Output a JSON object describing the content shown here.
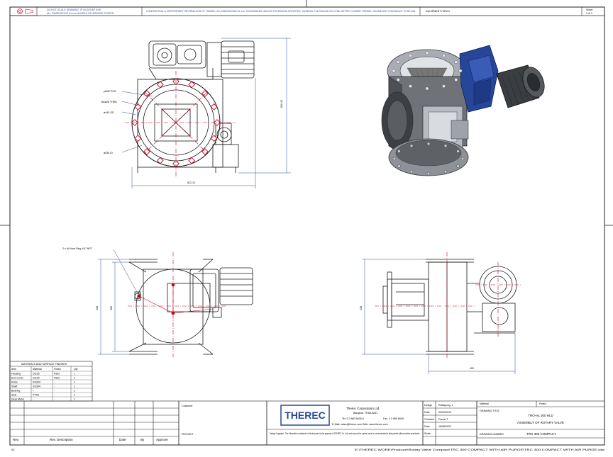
{
  "header": {
    "note_left_1": "DO NOT SCALE DRAWING. IF IN DOUBT ASK",
    "note_left_2": "ALL DIMENSIONS IN mm UNLESS OTHERWISE STATED",
    "note_main": "CONFIDENTIAL & PROPRIETARY INFORMATION OF THEREC. ALL DIMENSIONS IN mm. TOLERANCES UNLESS OTHERWISE SPECIFIED. GENERAL TOLERANCE ISO 2768. METRIC COARSE THREAD. GEOMETRIC TOLERANCE TO BS 308.",
    "equipment_label": "EQUIPMENT ITEM #",
    "sheet_label": "Sheet",
    "sheet_value": "1 of 1"
  },
  "front_view": {
    "labels": [
      "pt400 PCD",
      "16xø26 THRU",
      "ø440 OD",
      "ø535 ID"
    ],
    "width_dim": "622.10",
    "height_dim": "816.40"
  },
  "bottom_left_view": {
    "callout": "2 x Air Vent Plug 1/4\" NPT",
    "dim_outer": "438",
    "dim_inner": "365"
  },
  "bottom_right_view": {
    "dim_height": "438",
    "dim_width": "400"
  },
  "material_table": {
    "title": "MATERIALS AND SURFACE FINISHES",
    "headers": [
      "Item",
      "Material",
      "Finish",
      "Qty"
    ],
    "rows": [
      [
        "Housing",
        "GG25",
        "Paint",
        "1"
      ],
      [
        "End Cover",
        "GG25",
        "Paint",
        "2"
      ],
      [
        "Rotor",
        "SS304",
        "-",
        "1"
      ],
      [
        "Shaft",
        "SS304",
        "-",
        "1"
      ],
      [
        "Bearing",
        "-",
        "-",
        "2"
      ],
      [
        "Seal",
        "PTFE",
        "-",
        "2"
      ],
      [
        "Gear Motor",
        "-",
        "-",
        "1"
      ]
    ]
  },
  "revision_block": {
    "headers": [
      "Rev.",
      "Rev. Description",
      "Date",
      "By",
      "Approve"
    ],
    "customer_label": "Customer",
    "project_label": "PROJECT"
  },
  "company": {
    "logo": "THEREC",
    "name": "Therec Corporation Ltd.",
    "city": "Bangkok, THAILAND",
    "tel": "Tel: 0 2 860 6635-6",
    "fax": "Fax: 0 2 860 6605",
    "email": "E-Mail: sales@therec.com  Web: www.therec.com",
    "copyright": "Design Copyright - The information contained in this document is the property of THEREC Co.,Ltd. and may not be copied, used or communicated to third parties without written permission."
  },
  "title_block": {
    "design_label": "Design",
    "design_value": "Rattapong. s",
    "date_label": "Date",
    "date_value": "09/02/2019",
    "checked_label": "Checked",
    "checked_value": "Pumai T.",
    "approved_label": "Date",
    "approved_value": "16/08/2022",
    "scale_label": "Scale",
    "scale_value": "",
    "material_label": "Material",
    "finish_label": "Finish",
    "drawing_title_label": "DRAWING TITLE",
    "drawing_title_1": "TRO-HL 300 HLD",
    "drawing_title_2": "ASSEMBLY OF ROTARY VALVE",
    "drawing_number_label": "DRAWING NUMBER",
    "drawing_number": "TRO 300 COMPACT",
    "sheet_size": "A3",
    "file_path": "E:\\THEREC WORK\\Produce\\Rotary Valve Compact\\TRC 300 COMPACT WITH AIR PURGE\\TRC 300 COMPACT WITH AIR PURGE.idw"
  },
  "colors": {
    "line": "#1a1a1a",
    "red_center": "#c8001e",
    "blue_dim": "#2d4fa0",
    "motor_blue": "#26469a"
  }
}
